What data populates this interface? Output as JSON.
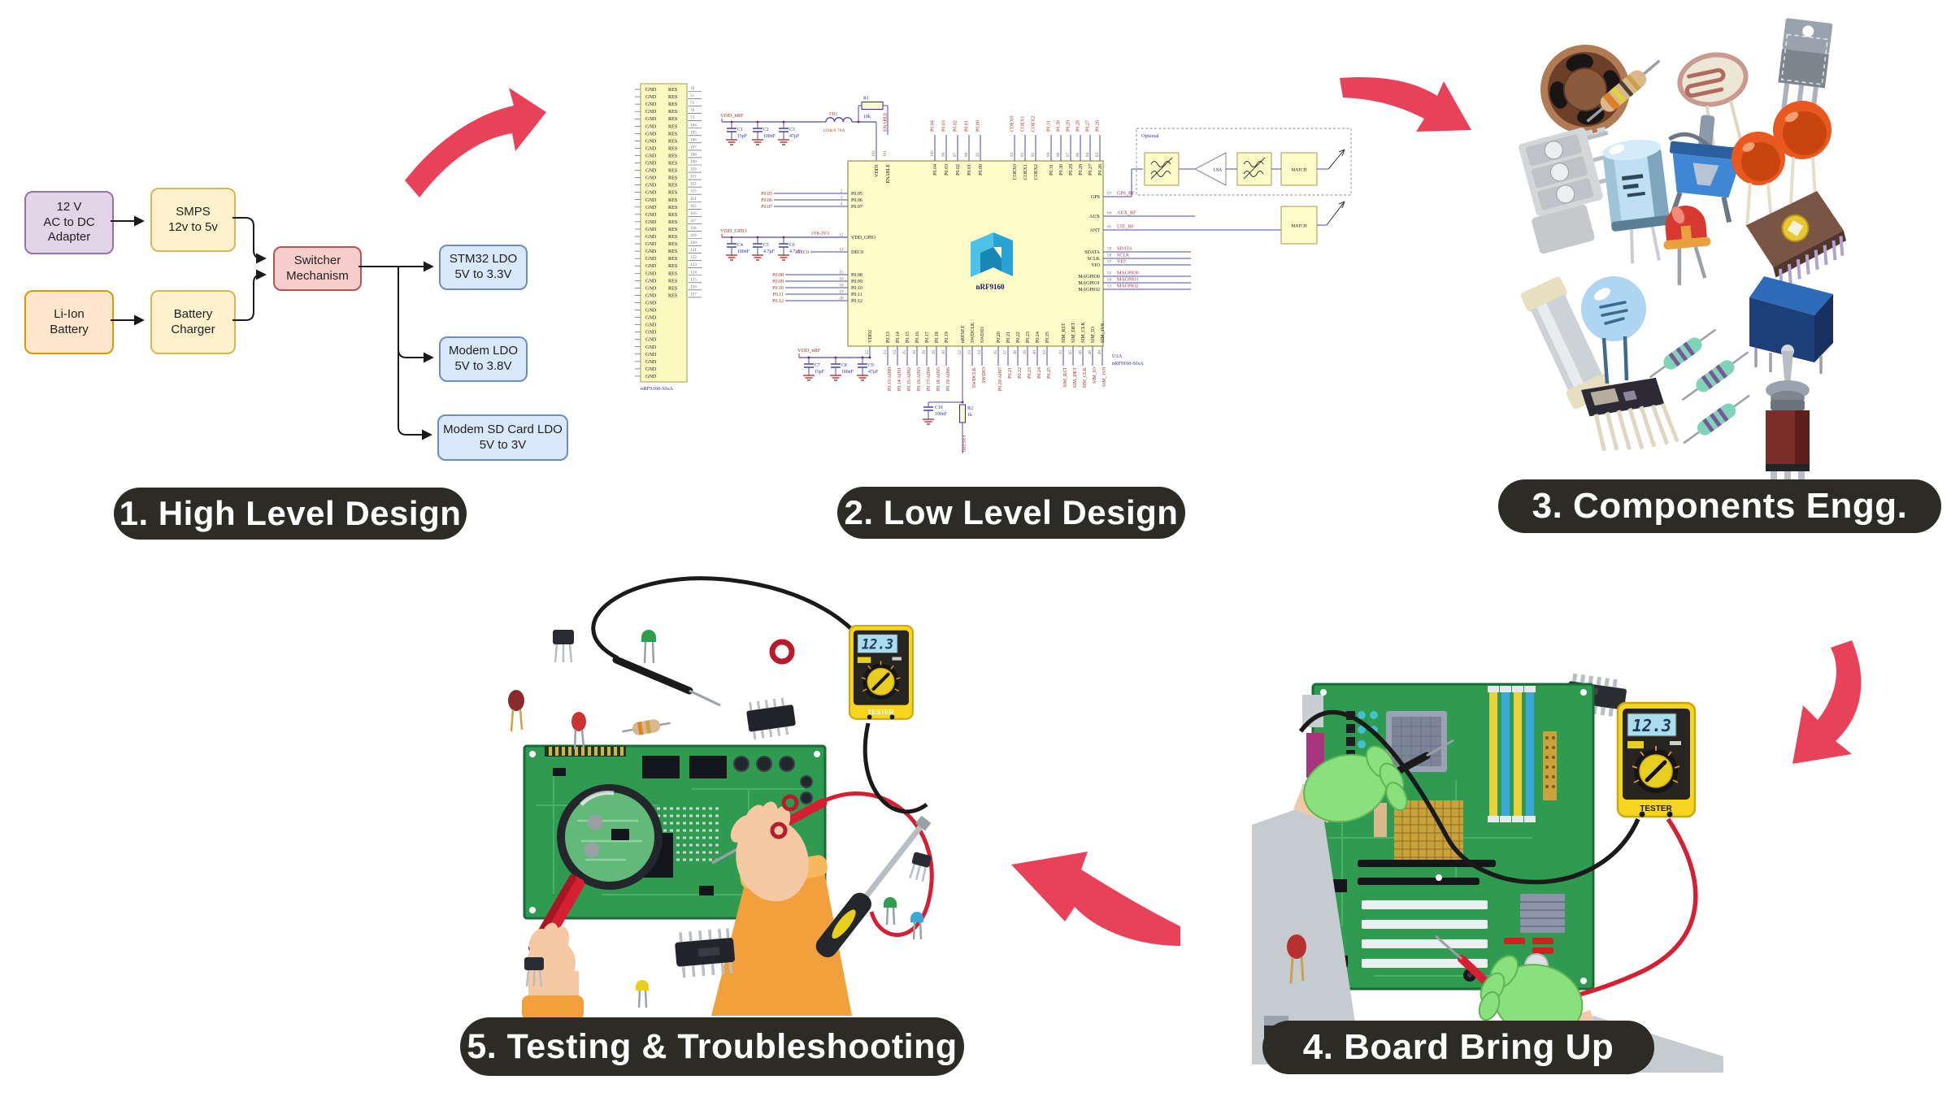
{
  "labels": [
    "1. High Level Design",
    "2. Low Level Design",
    "3. Components Engg.",
    "4. Board Bring Up",
    "5. Testing & Troubleshooting"
  ],
  "hld": {
    "blocks": [
      {
        "id": "adapter",
        "lines": [
          "12 V",
          "AC to DC",
          "Adapter"
        ],
        "fill": "#E1D5E7",
        "stroke": "#9673A6"
      },
      {
        "id": "smps",
        "lines": [
          "SMPS",
          "12v to 5v"
        ],
        "fill": "#FFF2CC",
        "stroke": "#D6B656"
      },
      {
        "id": "battery",
        "lines": [
          "Li-Ion",
          "Battery"
        ],
        "fill": "#FFE6CC",
        "stroke": "#D79B00"
      },
      {
        "id": "charger",
        "lines": [
          "Battery",
          "Charger"
        ],
        "fill": "#FFF2CC",
        "stroke": "#D6B656"
      },
      {
        "id": "switcher",
        "lines": [
          "Switcher",
          "Mechanism"
        ],
        "fill": "#F8CECC",
        "stroke": "#B85450"
      },
      {
        "id": "stm32",
        "lines": [
          "STM32 LDO",
          "5V to 3.3V"
        ],
        "fill": "#DAE8FC",
        "stroke": "#6C8EBF"
      },
      {
        "id": "modem",
        "lines": [
          "Modem LDO",
          "5V to 3.8V"
        ],
        "fill": "#DAE8FC",
        "stroke": "#6C8EBF"
      },
      {
        "id": "sd",
        "lines": [
          "Modem SD Card LDO",
          "5V to 3V"
        ],
        "fill": "#DAE8FC",
        "stroke": "#6C8EBF"
      }
    ]
  },
  "schematic": {
    "header": {
      "gnd": "GND",
      "res": "RES",
      "gnd_rows": 40,
      "part": "nRF9160-SIxA",
      "res_pins": [
        "10",
        "51",
        "71",
        "70",
        "73",
        "104",
        "105",
        "106",
        "107",
        "108",
        "109",
        "110",
        "111",
        "112",
        "113",
        "114",
        "115",
        "116",
        "117",
        "118",
        "119",
        "120",
        "121",
        "122",
        "123",
        "124",
        "125",
        "126",
        "127"
      ]
    },
    "rail1": {
      "net": "VDD_nRF",
      "caps": [
        {
          "ref": "C1",
          "val": "15pF"
        },
        {
          "ref": "C2",
          "val": "100nF"
        },
        {
          "ref": "C3",
          "val": "47µF"
        }
      ]
    },
    "fb1": {
      "ref": "FB1",
      "val": "120R/0.70A"
    },
    "r1": {
      "ref": "R1",
      "val": "10k"
    },
    "rail2": {
      "net": "VDD_GPIO",
      "caps": [
        {
          "ref": "C4",
          "val": "100nF"
        },
        {
          "ref": "C5",
          "val": "4.7µF"
        },
        {
          "ref": "C6",
          "val": "4.7µF"
        }
      ]
    },
    "rail3": {
      "net": "VDD_nRF",
      "caps": [
        {
          "ref": "C7",
          "val": "15pF"
        },
        {
          "ref": "C8",
          "val": "100nF"
        },
        {
          "ref": "C9",
          "val": "47µF"
        }
      ]
    },
    "reset": {
      "c_ref": "C10",
      "c_val": "100nF",
      "r_ref": "R2",
      "r_val": "1k",
      "net": "nRESET"
    },
    "rf": {
      "optional": "Optional",
      "lna": "LNA",
      "match1": "MATCH",
      "match2": "MATCH"
    },
    "chip": {
      "title": "nRF9160",
      "designator": "U1A",
      "part": "nRF9160-SIxA",
      "left": [
        {
          "name": "P0.05",
          "num": "2",
          "net": "P0.05"
        },
        {
          "name": "P0.06",
          "num": "3",
          "net": "P0.06"
        },
        {
          "name": "P0.07",
          "num": "4",
          "net": "P0.07"
        },
        {
          "name": "VDD_GPIO",
          "num": "12",
          "net": "1V8-3V3"
        },
        {
          "name": "DEC0",
          "num": "13",
          "net": "DEC0"
        },
        {
          "name": "P0.08",
          "num": "15",
          "net": "P0.08"
        },
        {
          "name": "P0.09",
          "num": "16",
          "net": "P0.09"
        },
        {
          "name": "P0.10",
          "num": "18",
          "net": "P0.10"
        },
        {
          "name": "P0.11",
          "num": "19",
          "net": "P0.11"
        },
        {
          "name": "P0.12",
          "num": "20",
          "net": "P0.12"
        }
      ],
      "top": [
        {
          "name": "VDD1",
          "num": "102",
          "net": ""
        },
        {
          "name": "ENABLE",
          "num": "101",
          "net": "ENABLE"
        },
        {
          "name": "P0.04",
          "num": "100",
          "net": "P0.04"
        },
        {
          "name": "P0.03",
          "num": "99",
          "net": "P0.03"
        },
        {
          "name": "P0.02",
          "num": "97",
          "net": "P0.02"
        },
        {
          "name": "P0.01",
          "num": "96",
          "net": "P0.01"
        },
        {
          "name": "P0.00",
          "num": "95",
          "net": "P0.00"
        },
        {
          "name": "COEX0",
          "num": "93",
          "net": "COEX0"
        },
        {
          "name": "COEX1",
          "num": "92",
          "net": "COEX1"
        },
        {
          "name": "COEX2",
          "num": "91",
          "net": "COEX2"
        },
        {
          "name": "P0.31",
          "num": "89",
          "net": "P0.31"
        },
        {
          "name": "P0.30",
          "num": "88",
          "net": "P0.30"
        },
        {
          "name": "P0.29",
          "num": "87",
          "net": "P0.29"
        },
        {
          "name": "P0.28",
          "num": "86",
          "net": "P0.28"
        },
        {
          "name": "P0.27",
          "num": "84",
          "net": "P0.27"
        },
        {
          "name": "P0.26",
          "num": "83",
          "net": "P0.26"
        }
      ],
      "right": [
        {
          "name": "GPS",
          "num": "67",
          "net": "GPS_RF"
        },
        {
          "name": "AUX",
          "num": "64",
          "net": "AUX_RF"
        },
        {
          "name": "ANT",
          "num": "61",
          "net": "LTE_RF"
        },
        {
          "name": "SDATA",
          "num": "59",
          "net": "SDATA"
        },
        {
          "name": "SCLK",
          "num": "58",
          "net": "SCLK"
        },
        {
          "name": "VIO",
          "num": "57",
          "net": "VIO"
        },
        {
          "name": "MAGPIO0",
          "num": "55",
          "net": "MAGPIO0"
        },
        {
          "name": "MAGPIO1",
          "num": "54",
          "net": "MAGPIO1"
        },
        {
          "name": "MAGPIO2",
          "num": "53",
          "net": "MAGPIO2"
        }
      ],
      "bottom": [
        {
          "name": "VDD2",
          "num": "22",
          "net": ""
        },
        {
          "name": "P0.13",
          "num": "23",
          "net": "P0.13/AIN0"
        },
        {
          "name": "P0.14",
          "num": "24",
          "net": "P0.14/AIN1"
        },
        {
          "name": "P0.15",
          "num": "25",
          "net": "P0.15/AIN2"
        },
        {
          "name": "P0.16",
          "num": "26",
          "net": "P0.16/AIN3"
        },
        {
          "name": "P0.17",
          "num": "28",
          "net": "P0.17/AIN4"
        },
        {
          "name": "P0.18",
          "num": "29",
          "net": "P0.18/AIN5"
        },
        {
          "name": "P0.19",
          "num": "30",
          "net": "P0.19/AIN6"
        },
        {
          "name": "nRESET",
          "num": "32",
          "net": ""
        },
        {
          "name": "SWDCLK",
          "num": "33",
          "net": "SWDCLK"
        },
        {
          "name": "SWDIO",
          "num": "34",
          "net": "SWDIO"
        },
        {
          "name": "P0.20",
          "num": "35",
          "net": "P0.20/AIN7"
        },
        {
          "name": "P0.21",
          "num": "37",
          "net": "P0.21"
        },
        {
          "name": "P0.22",
          "num": "38",
          "net": "P0.22"
        },
        {
          "name": "P0.23",
          "num": "39",
          "net": "P0.23"
        },
        {
          "name": "P0.24",
          "num": "40",
          "net": "P0.24"
        },
        {
          "name": "P0.25",
          "num": "42",
          "net": "P0.25"
        },
        {
          "name": "SIM_RST",
          "num": "43",
          "net": "SIM_RST"
        },
        {
          "name": "SIM_DET",
          "num": "45",
          "net": "SIM_DET"
        },
        {
          "name": "SIM_CLK",
          "num": "46",
          "net": "SIM_CLK"
        },
        {
          "name": "SIM_IO",
          "num": "48",
          "net": "SIM_IO"
        },
        {
          "name": "SIM_1V8",
          "num": "49",
          "net": "SIM_1V8"
        }
      ]
    }
  },
  "tester": {
    "display": "12.3",
    "label": "TESTER"
  },
  "colors": {
    "arrow": "#E8425A",
    "pill": "#2D2B25",
    "board_green": "#2E9B51"
  }
}
